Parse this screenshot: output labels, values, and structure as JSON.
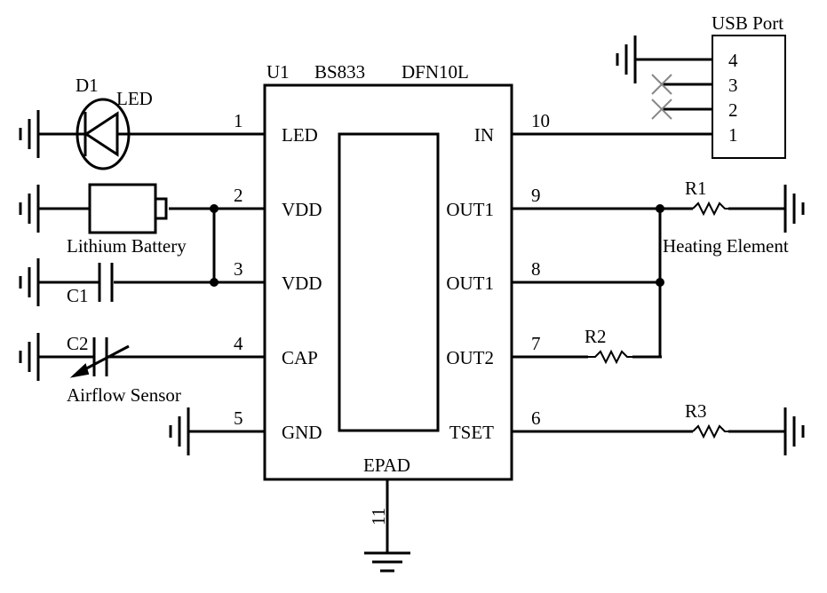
{
  "ic": {
    "designator": "U1",
    "part": "BS833",
    "package": "DFN10L",
    "epad_label": "EPAD",
    "epad_pin": "11",
    "left_pins": [
      {
        "num": "1",
        "name": "LED"
      },
      {
        "num": "2",
        "name": "VDD"
      },
      {
        "num": "3",
        "name": "VDD"
      },
      {
        "num": "4",
        "name": "CAP"
      },
      {
        "num": "5",
        "name": "GND"
      }
    ],
    "right_pins": [
      {
        "num": "10",
        "name": "IN"
      },
      {
        "num": "9",
        "name": "OUT1"
      },
      {
        "num": "8",
        "name": "OUT1"
      },
      {
        "num": "7",
        "name": "OUT2"
      },
      {
        "num": "6",
        "name": "TSET"
      }
    ]
  },
  "components": {
    "d1": {
      "designator": "D1",
      "label": "LED"
    },
    "battery": {
      "label": "Lithium Battery"
    },
    "c1": {
      "designator": "C1"
    },
    "c2": {
      "designator": "C2",
      "label": "Airflow Sensor"
    },
    "r1": {
      "designator": "R1",
      "label": "Heating Element"
    },
    "r2": {
      "designator": "R2"
    },
    "r3": {
      "designator": "R3"
    }
  },
  "usb": {
    "title": "USB Port",
    "pins": [
      "4",
      "3",
      "2",
      "1"
    ]
  }
}
